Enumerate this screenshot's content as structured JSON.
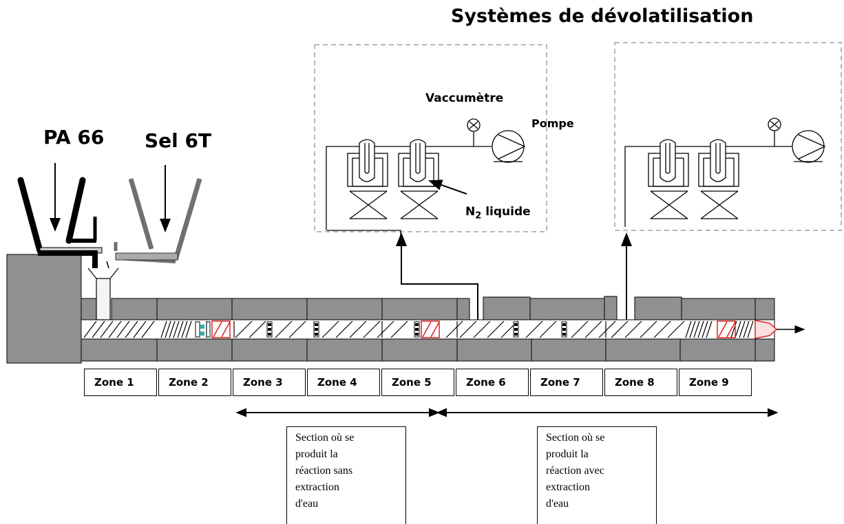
{
  "title": "Systèmes de dévolatilisation",
  "labels": {
    "pa66": "PA 66",
    "sel6t": "Sel 6T",
    "vaccumetre": "Vaccumètre",
    "pompe": "Pompe",
    "n2_main": "N",
    "n2_sub": "2",
    "n2_rest": " liquide"
  },
  "zones": [
    "Zone 1",
    "Zone 2",
    "Zone 3",
    "Zone 4",
    "Zone 5",
    "Zone 6",
    "Zone 7",
    "Zone 8",
    "Zone 9"
  ],
  "sections": [
    {
      "line1": "Section où se",
      "line2": "produit la",
      "line3": "réaction sans",
      "line4": "extraction",
      "line5": "d'eau"
    },
    {
      "line1": "Section où se",
      "line2": "produit la",
      "line3": "réaction avec",
      "line4": "extraction",
      "line5": "d'eau"
    }
  ],
  "colors": {
    "barrel": "#909090",
    "dashed_box": "#b8b8b8",
    "red_element": "#e02020",
    "cyan_element": "#30b0b0"
  }
}
